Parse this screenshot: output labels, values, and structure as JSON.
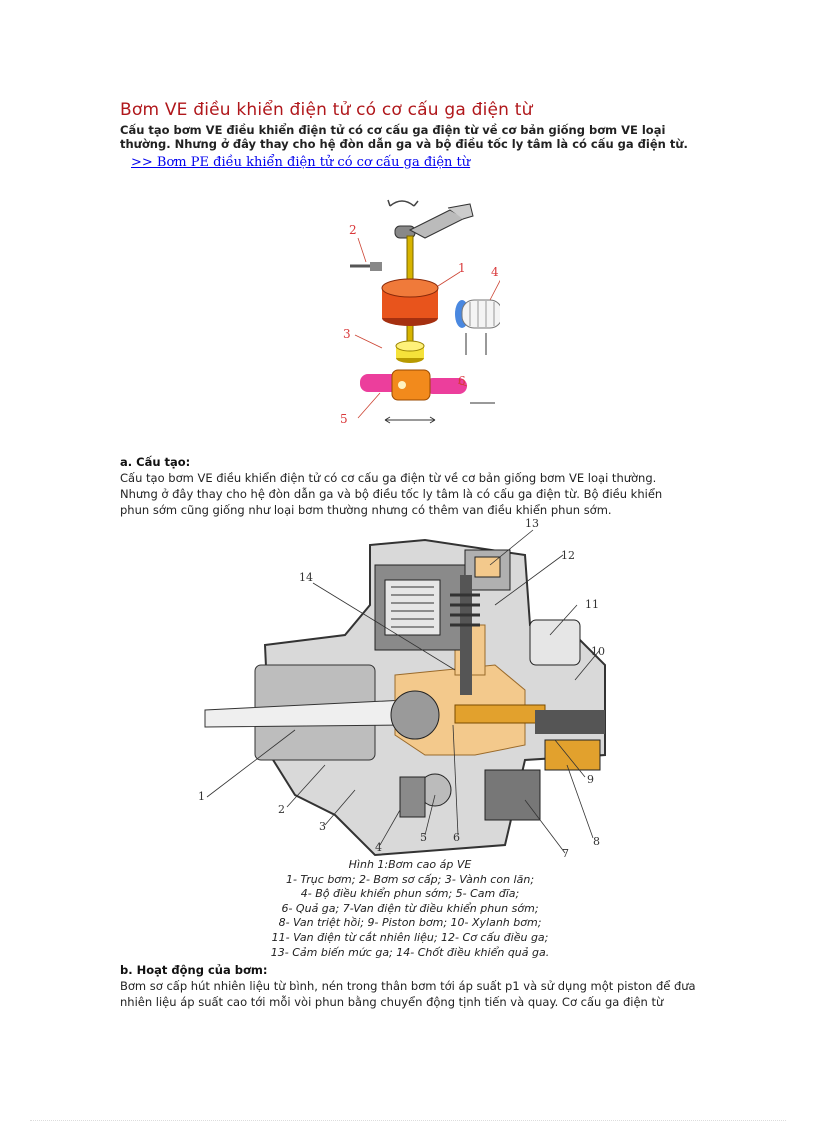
{
  "title": "Bơm VE điều khiển điện tử có cơ cấu ga điện từ",
  "intro": "Cấu tạo bơm VE điều khiển điện tử có cơ cấu ga điện từ về cơ bản giống bơm VE loại thường. Nhưng ở đây thay cho hệ đòn dẫn ga và bộ điều tốc ly tâm là có cấu ga điện từ.",
  "link": ">> Bơm PE điều khiển điện tử có cơ cấu ga điện từ",
  "figure1": {
    "labels": [
      "1",
      "2",
      "3",
      "4",
      "5",
      "6"
    ],
    "colors": {
      "ring": "#e8541c",
      "block": "#f28a1c",
      "yellow": "#f5e23a",
      "pink": "#ec3e9c",
      "blue": "#4a88e0"
    }
  },
  "section_a": {
    "heading": "a. Cấu tạo:",
    "text": "Cấu tạo bơm VE điều khiển điện tử có cơ cấu ga điện từ về cơ bản giống bơm VE loại thường. Nhưng ở đây thay cho hệ đòn dẫn ga và bộ điều tốc ly tâm là có cấu ga điện từ. Bộ điều khiển phun sớm cũng giống như loại bơm thường nhưng có thêm van điều khiển phun sớm."
  },
  "figure2": {
    "labels": [
      "1",
      "2",
      "3",
      "4",
      "5",
      "6",
      "7",
      "8",
      "9",
      "10",
      "11",
      "12",
      "13",
      "14"
    ],
    "colors": {
      "fuel": "#f3c98c",
      "body": "#8a8a8a",
      "dark": "#333333",
      "accent": "#e2a12d"
    }
  },
  "caption": [
    "Hình 1:Bơm cao áp VE",
    "1- Trục bơm; 2- Bơm sơ cấp; 3- Vành con lăn;",
    "4- Bộ điều khiển phun sớm; 5- Cam đĩa;",
    "6- Quả ga; 7-Van điện từ điều khiển phun sớm;",
    "8- Van triệt hồi; 9- Piston bơm; 10- Xylanh bơm;",
    "11- Van điện từ cắt nhiên liệu; 12- Cơ cấu điều ga;",
    "13- Cảm biến mức ga; 14- Chốt điều khiển quả ga."
  ],
  "section_b": {
    "heading": "b. Hoạt động của bơm:",
    "text": "Bơm sơ cấp hút nhiên liệu từ bình, nén trong thân bơm tới áp suất p1 và sử dụng một piston để đưa nhiên liệu áp suất cao tới mỗi vòi phun bằng chuyển động tịnh tiến và quay. Cơ cấu ga điện từ"
  }
}
